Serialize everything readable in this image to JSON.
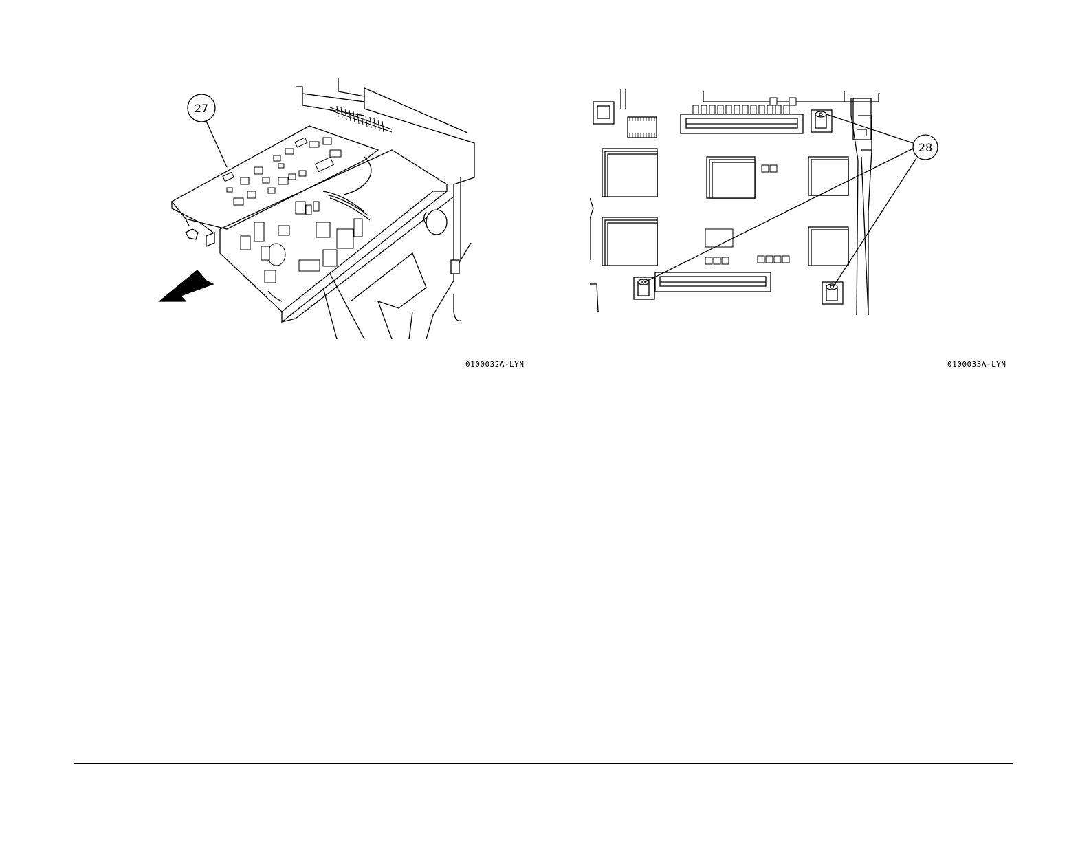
{
  "figures": [
    {
      "id": "0100032A-LYN",
      "callouts": [
        "27"
      ]
    },
    {
      "id": "0100033A-LYN",
      "callouts": [
        "28"
      ]
    }
  ]
}
